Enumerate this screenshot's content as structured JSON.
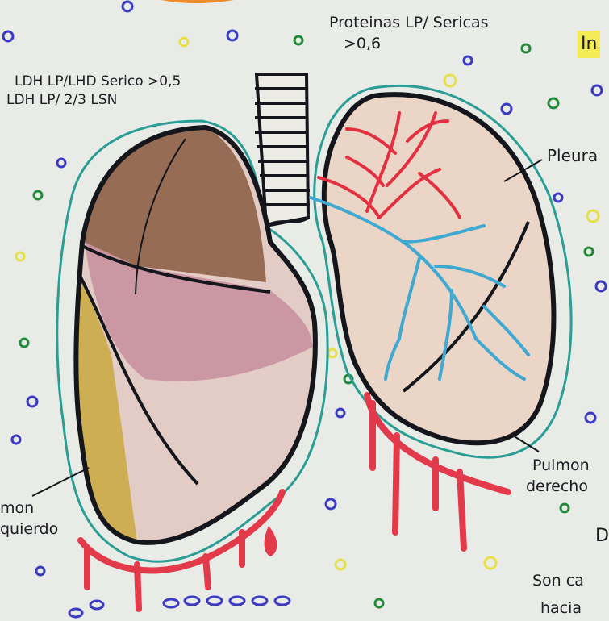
{
  "annotations": {
    "proteins_line1": "Proteinas LP/ Sericas",
    "proteins_line2": ">0,6",
    "ldh_line1": "LDH LP/LHD Serico >0,5",
    "ldh_line2": "LDH LP/ 2/3 LSN",
    "pleura": "Pleura",
    "right_lung_line1": "Pulmon",
    "right_lung_line2": "derecho",
    "left_lung_line1": "mon",
    "left_lung_line2": "quierdo",
    "top_right_fragment": "In",
    "bottom_right_fragment_1": "D",
    "bottom_right_fragment_2": "Son ca",
    "bottom_right_fragment_3": "hacia"
  },
  "colors": {
    "paper": "#e9ebe6",
    "outline": "#15151c",
    "pleura_line": "#2a9e94",
    "upper_lobe": "#8a5a40",
    "middle_lobe": "#c4899a",
    "lower_lobe": "#c9a83d",
    "lung_fill": "#e6cfc1",
    "artery": "#e33040",
    "vein": "#3fa9d2",
    "blood": "#e23a4a",
    "highlighter": "#f4ec54"
  },
  "icons": [
    "trachea-icon",
    "left-lung-icon",
    "right-lung-icon",
    "blood-drip-icon",
    "confetti-dots"
  ]
}
